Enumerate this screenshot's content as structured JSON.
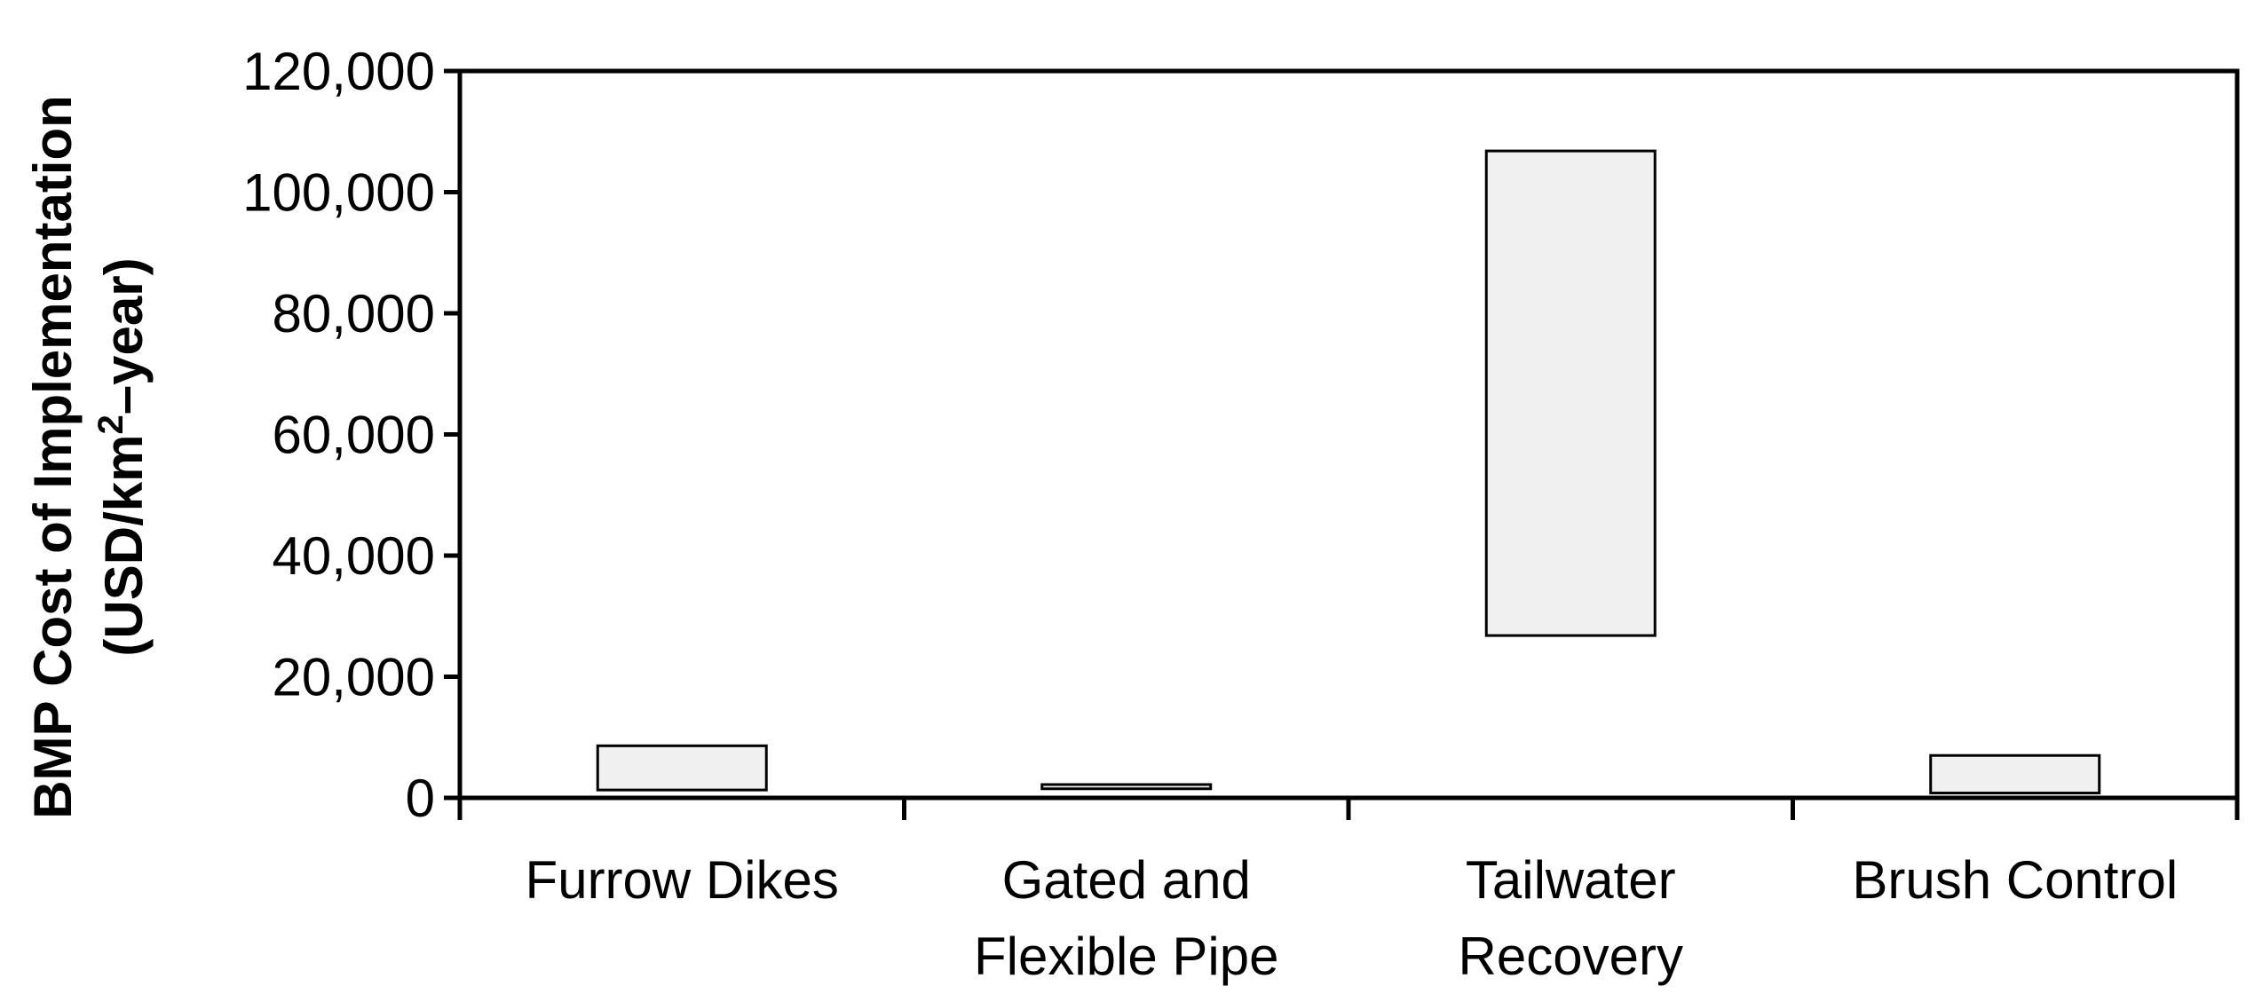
{
  "chart_data": {
    "type": "bar",
    "subtype": "floating-range",
    "title": "",
    "ylabel_line1": "BMP Cost of Implementation",
    "ylabel_line2_prefix": "(USD/km",
    "ylabel_line2_sup": "2",
    "ylabel_line2_suffix": "–year)",
    "xlabel": "",
    "ylim": [
      0,
      120000
    ],
    "yticks": [
      0,
      20000,
      40000,
      60000,
      80000,
      100000,
      120000
    ],
    "ytick_labels": [
      "0",
      "20,000",
      "40,000",
      "60,000",
      "80,000",
      "100,000",
      "120,000"
    ],
    "categories": [
      "Furrow Dikes",
      "Gated and Flexible Pipe",
      "Tailwater Recovery",
      "Brush Control"
    ],
    "category_label_lines": [
      [
        "Furrow Dikes"
      ],
      [
        "Gated and",
        "Flexible Pipe"
      ],
      [
        "Tailwater",
        "Recovery"
      ],
      [
        "Brush Control"
      ]
    ],
    "ranges": [
      {
        "category": "Furrow Dikes",
        "low": 1300,
        "high": 8600
      },
      {
        "category": "Gated and Flexible Pipe",
        "low": 1500,
        "high": 2200
      },
      {
        "category": "Tailwater Recovery",
        "low": 26800,
        "high": 106800
      },
      {
        "category": "Brush Control",
        "low": 800,
        "high": 7000
      }
    ],
    "bar_fill": "#f0f0f0",
    "bar_stroke": "#000000",
    "grid": false,
    "legend": "none"
  }
}
